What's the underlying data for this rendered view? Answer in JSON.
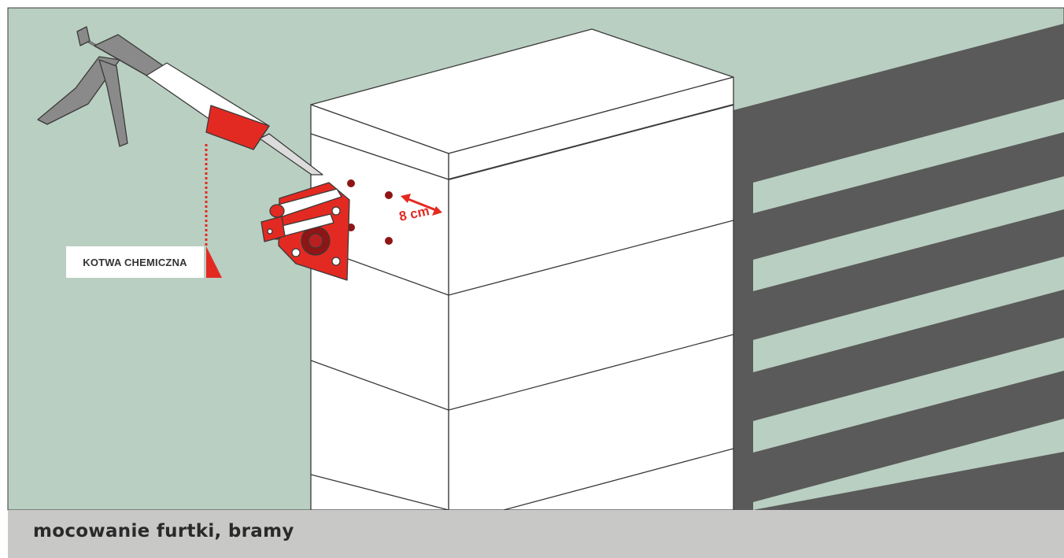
{
  "label": {
    "text": "KOTWA CHEMICZNA"
  },
  "distance": {
    "text": "8 cm"
  },
  "caption": {
    "text": "mocowanie furtki, bramy"
  },
  "colors": {
    "background": "#b9cfc1",
    "accent_red": "#e32a22",
    "dark_red": "#8f1515",
    "fence_shadow": "#5a5a5a",
    "caption_bar": "#c8c8c6",
    "outline": "#3a3a3a"
  },
  "icons": [
    "caulking-gun-icon",
    "mounting-plate-icon",
    "hole-marker-icon",
    "double-arrow-icon"
  ]
}
